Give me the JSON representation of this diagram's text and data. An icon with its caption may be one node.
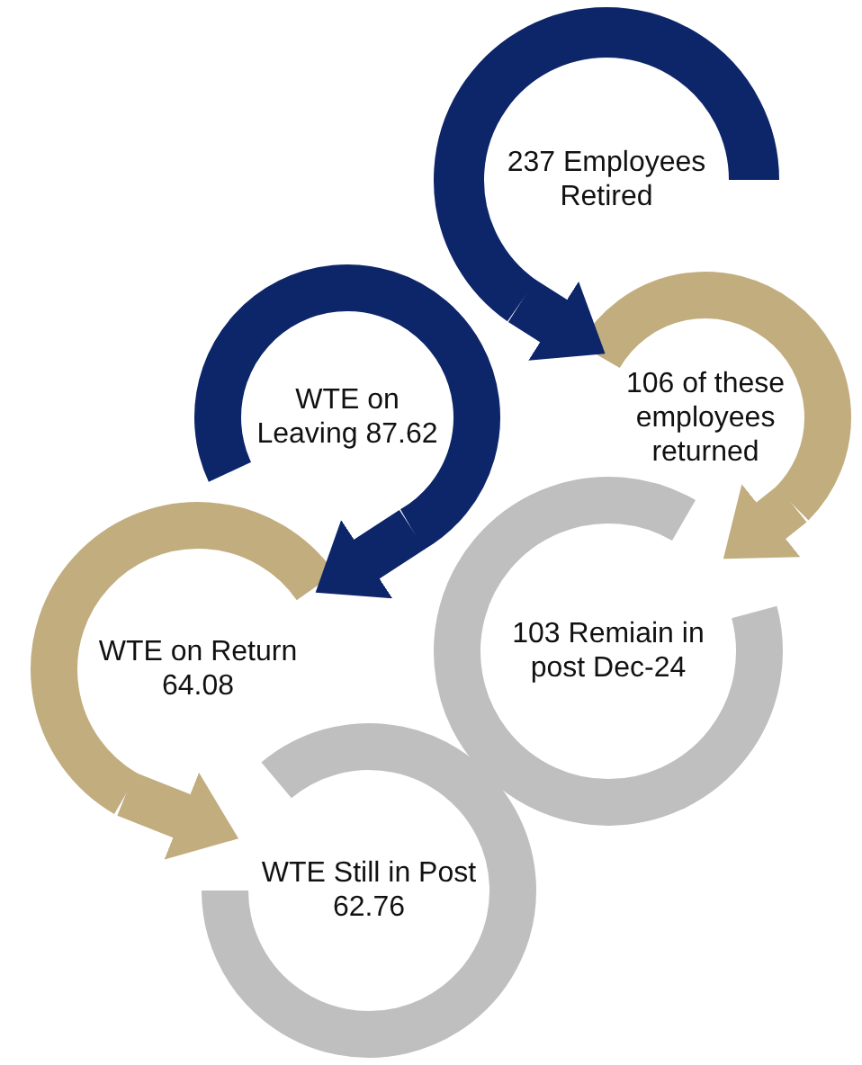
{
  "diagram": {
    "nodes": [
      {
        "text": [
          "237 Employees Retired"
        ]
      },
      {
        "text": [
          "106 of these employees returned"
        ]
      },
      {
        "text": [
          "103 Remiain in post Dec-24"
        ]
      },
      {
        "text": [
          "WTE on Leaving 87.62"
        ]
      },
      {
        "text": [
          "WTE on Return 64.08"
        ]
      },
      {
        "text": [
          "WTE Still in Post 62.76"
        ]
      }
    ],
    "edges": [
      {
        "from": 0,
        "to": 1,
        "arrow": "to",
        "color": "#0d2569"
      },
      {
        "from": 1,
        "to": 2,
        "arrow": "to",
        "color": "#c2ad7f"
      },
      {
        "from": 3,
        "to": 4,
        "arrow": "to",
        "color": "#0d2569"
      },
      {
        "from": 4,
        "to": 5,
        "arrow": "to",
        "color": "#c2ad7f"
      }
    ]
  }
}
